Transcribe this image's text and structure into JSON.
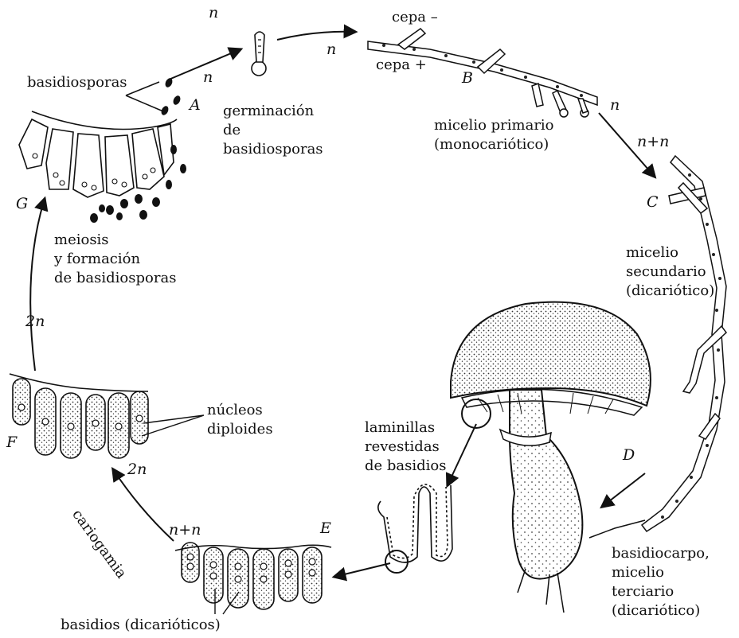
{
  "diagram": {
    "stages": {
      "A": "A",
      "B": "B",
      "C": "C",
      "D": "D",
      "E": "E",
      "F": "F",
      "G": "G"
    },
    "ploidy": {
      "n_1": "n",
      "n_2": "n",
      "n_3": "n",
      "nn_1": "n+n",
      "nn_2": "n+n",
      "twon_1": "2n",
      "twon_2": "2n"
    },
    "labels": {
      "basidiosporas": "basidiosporas",
      "germinacion": "germinación\nde\nbasidiosporas",
      "cepa_minus": "cepa –",
      "cepa_plus": "cepa +",
      "micelio_primario": "micelio primario\n(monocariótico)",
      "micelio_secundario": "micelio\nsecundario\n(dicariótico)",
      "basidiocarpo": "basidiocarpo,\nmicelio\nterciario\n(dicariótico)",
      "laminillas": "laminillas\nrevestidas\nde basidios",
      "basidios": "basidios (dicarióticos)",
      "cariogamia": "cariogamia",
      "nucleos": "núcleos\ndiploides",
      "meiosis": "meiosis\ny formación\nde basidiosporas"
    },
    "colors": {
      "ink": "#111111",
      "stipple": "#333333",
      "paper": "#ffffff"
    }
  }
}
